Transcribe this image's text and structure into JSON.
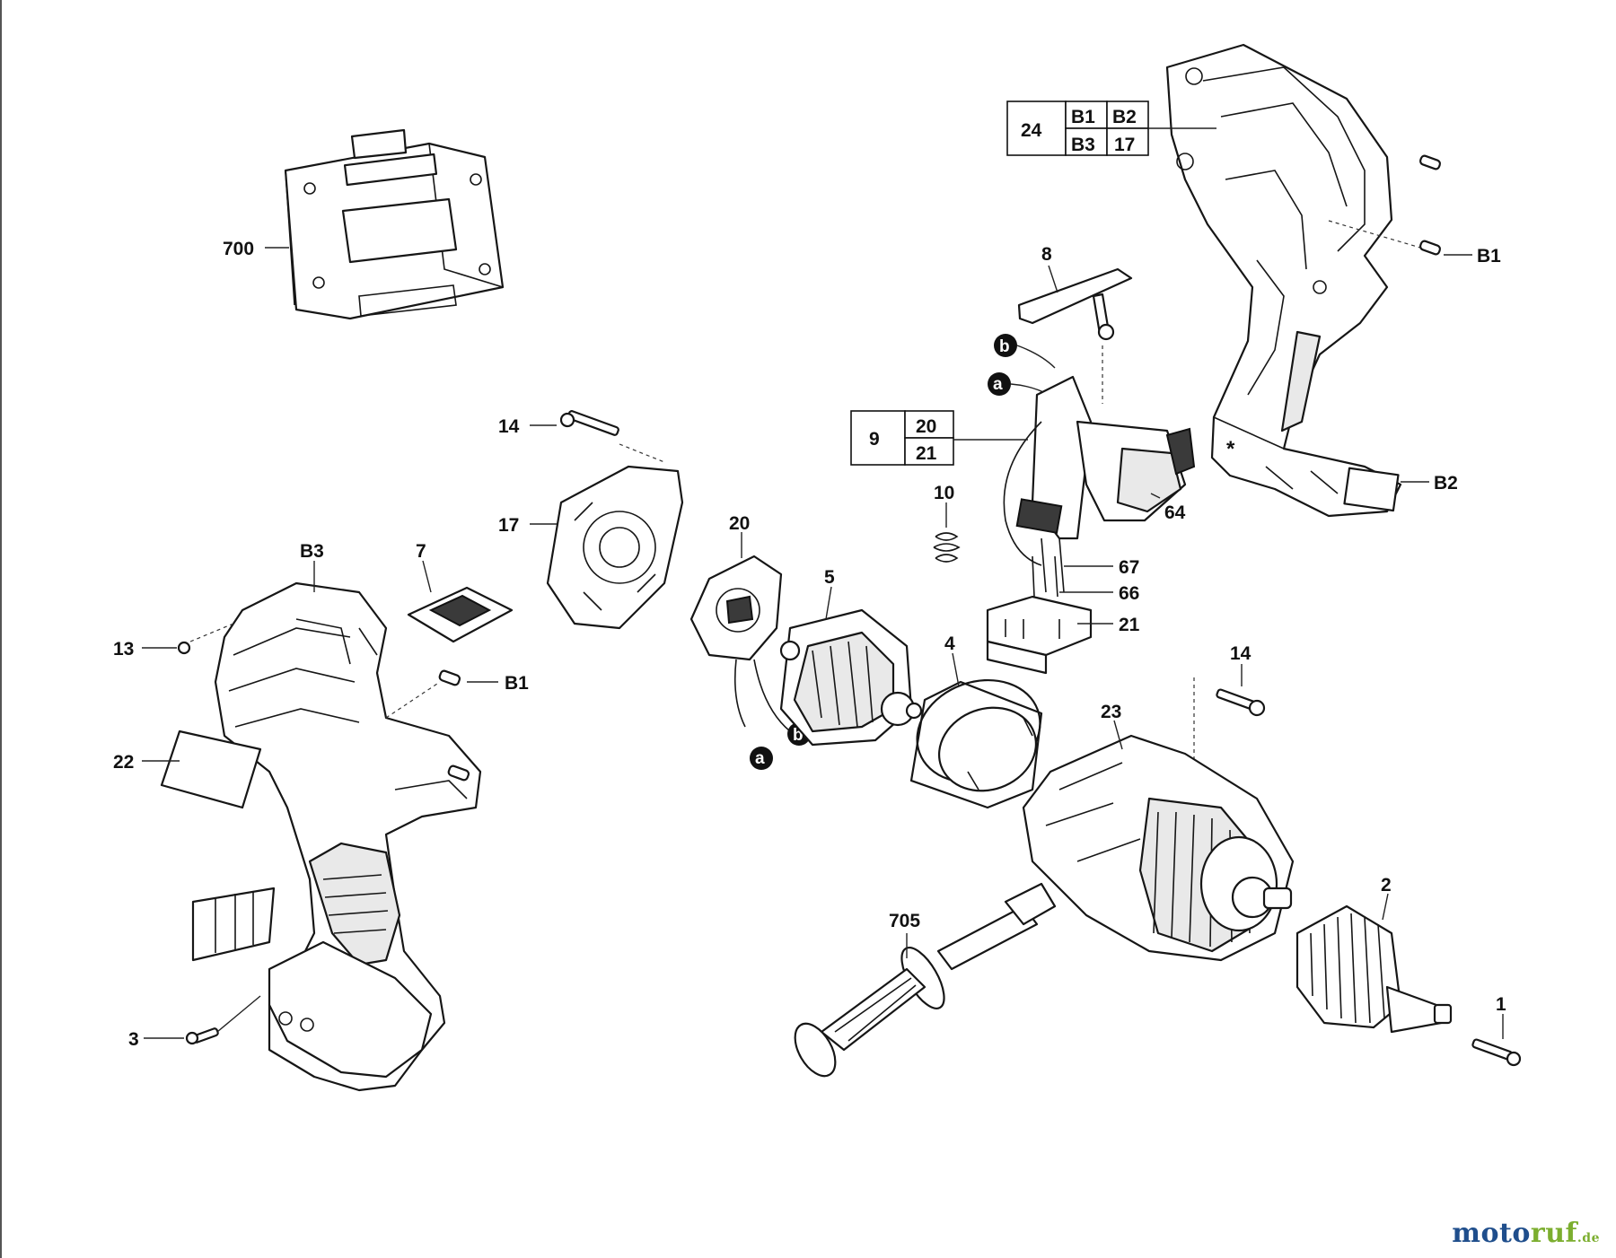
{
  "diagram": {
    "callouts": {
      "c700": "700",
      "c24": "24",
      "cB1_top": "B1",
      "cB2_top": "B2",
      "cB3_top": "B3",
      "c17_box": "17",
      "cB1_right": "B1",
      "cB2_right": "B2",
      "c8": "8",
      "c9": "9",
      "c20_box": "20",
      "c21_box": "21",
      "c10": "10",
      "c64": "64",
      "c67": "67",
      "c66": "66",
      "c21": "21",
      "c14_top": "14",
      "c17": "17",
      "c20": "20",
      "c5": "5",
      "c4": "4",
      "cB3": "B3",
      "c7": "7",
      "c13": "13",
      "cB1_left": "B1",
      "c22": "22",
      "c3": "3",
      "c14_right": "14",
      "c23": "23",
      "c2": "2",
      "c1": "1",
      "c705": "705"
    },
    "wire_markers": {
      "b_top": "b",
      "a_top": "a",
      "b_bottom": "b",
      "a_bottom": "a"
    },
    "trigger_star": "*"
  },
  "watermark": {
    "part1": "moto",
    "part2": "ruf",
    "tld": ".de"
  },
  "colors": {
    "brand_blue": "#1f4e8c",
    "brand_green": "#7cae2f",
    "line": "#161616"
  }
}
